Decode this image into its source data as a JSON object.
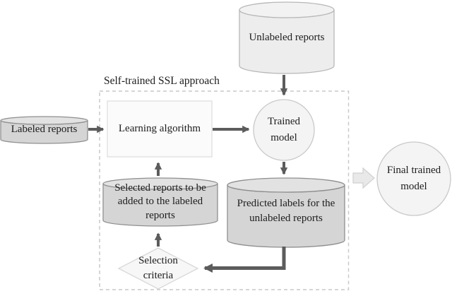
{
  "diagram": {
    "title": "Self-trained SSL approach",
    "nodes": {
      "labeled_reports": "Labeled reports",
      "unlabeled_reports": "Unlabeled reports",
      "learning_algorithm": "Learning algorithm",
      "trained_model": "Trained\nmodel",
      "selected_reports": "Selected reports to be\nadded to the labeled\nreports",
      "predicted_labels": "Predicted labels for the\nunlabeled reports",
      "selection_criteria": "Selection\ncriteria",
      "final_trained_model": "Final trained\nmodel"
    },
    "flow": [
      {
        "from": "labeled_reports",
        "to": "learning_algorithm"
      },
      {
        "from": "learning_algorithm",
        "to": "trained_model"
      },
      {
        "from": "unlabeled_reports",
        "to": "trained_model"
      },
      {
        "from": "trained_model",
        "to": "predicted_labels"
      },
      {
        "from": "predicted_labels",
        "to": "selection_criteria"
      },
      {
        "from": "selection_criteria",
        "to": "selected_reports"
      },
      {
        "from": "selected_reports",
        "to": "learning_algorithm"
      },
      {
        "from": "self_trained_ssl_box",
        "to": "final_trained_model"
      }
    ],
    "colors": {
      "text": "#1c1c1c",
      "arrow": "#5c5c5c",
      "dashed_border": "#c9c9c9",
      "cylinder_body_dark": "#d5d5d5",
      "cylinder_top_dark": "#e2e2e2",
      "cylinder_border_dark": "#8f8f8f",
      "cylinder_body_light": "#ededed",
      "cylinder_top_light": "#f2f2f2",
      "cylinder_border_light": "#b7b7b7",
      "node_fill": "#f4f4f4",
      "node_border": "#c9c9c9",
      "rect_fill": "#fbfbfb",
      "rect_border": "#e3e3e3",
      "diamond_fill": "#f7f7f7",
      "diamond_border": "#d8d8d8",
      "block_arrow_fill": "#e9e9e9",
      "block_arrow_border": "#d0d0d0"
    }
  }
}
